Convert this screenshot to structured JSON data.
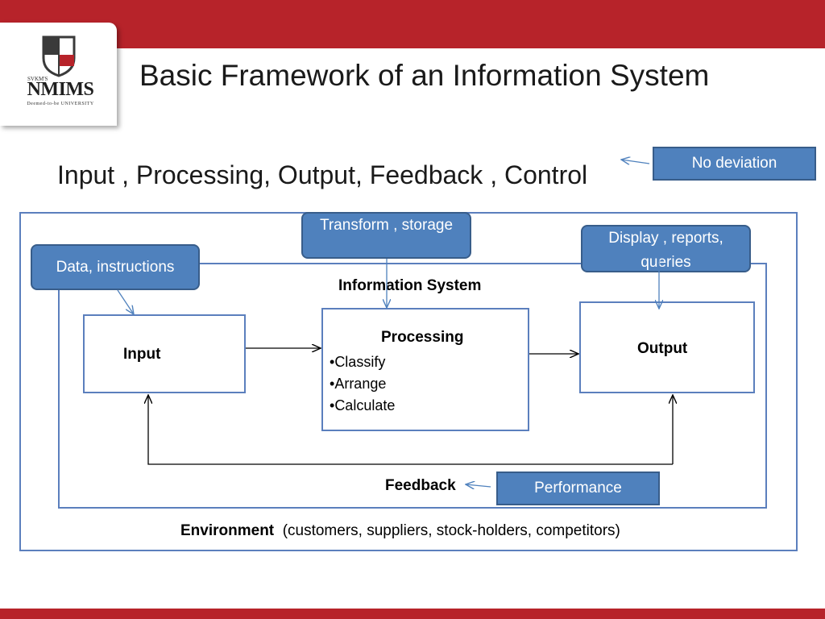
{
  "logo": {
    "small_text": "SVKM'S",
    "name": "NMIMS",
    "tagline": "Deemed-to-be UNIVERSITY"
  },
  "title": "Basic Framework of an Information System",
  "subtitle": "Input , Processing, Output, Feedback , Control",
  "callouts": {
    "no_deviation": "No deviation",
    "transform": "Transform , storage",
    "display": "Display , reports, queries",
    "data": "Data, instructions",
    "performance": "Performance"
  },
  "system_label": "Information System",
  "nodes": {
    "input": "Input",
    "processing": "Processing",
    "processing_items": [
      "Classify",
      "Arrange",
      "Calculate"
    ],
    "output": "Output"
  },
  "feedback_label": "Feedback",
  "environment": {
    "label": "Environment",
    "detail": "(customers, suppliers, stock-holders, competitors)"
  },
  "colors": {
    "brand_red": "#b7232a",
    "box_border": "#5b7fbd",
    "callout_fill": "#4f81bd"
  }
}
